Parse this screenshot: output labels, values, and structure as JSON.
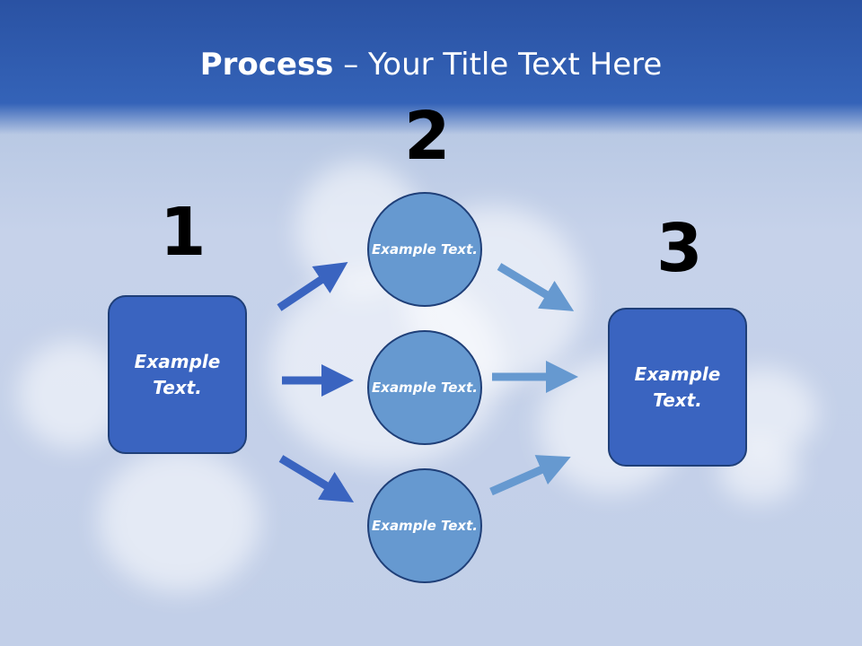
{
  "title": {
    "bold": "Process",
    "rest": " – Your Title Text Here"
  },
  "steps": [
    {
      "number": "1",
      "label": "Example Text."
    },
    {
      "number": "2",
      "labels": [
        "Example Text.",
        "Example Text.",
        "Example Text."
      ]
    },
    {
      "number": "3",
      "label": "Example Text."
    }
  ],
  "colors": {
    "box": "#3a64c0",
    "circle": "#6699d0",
    "arrow_dark": "#3a64c0",
    "arrow_light": "#6699d0"
  }
}
